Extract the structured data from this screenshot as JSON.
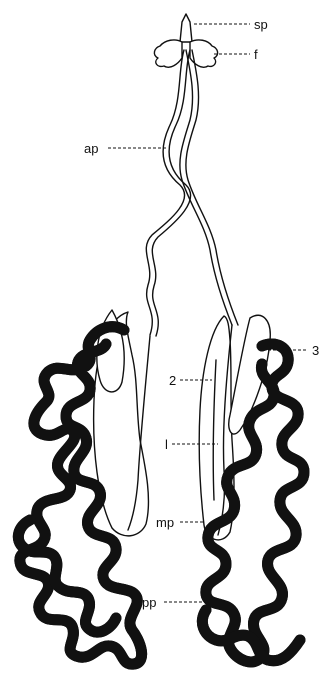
{
  "labels": {
    "sp": "sp",
    "f": "f",
    "ap": "ap",
    "n3": "3",
    "n2": "2",
    "l": "l",
    "mp": "mp",
    "pp": "pp"
  },
  "colors": {
    "ink": "#111111",
    "paper": "#ffffff"
  }
}
